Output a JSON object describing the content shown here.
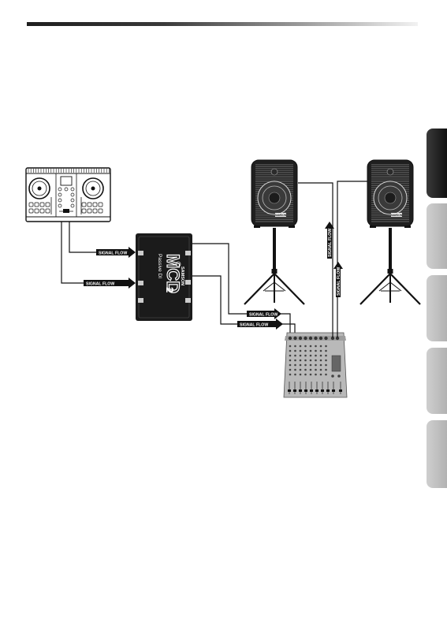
{
  "labels": {
    "signal_flow": "SIGNAL FLOW"
  },
  "device": {
    "model_big": "MCD",
    "model_num": "2",
    "model_sub": "Passive DI",
    "brand": "SAMSON"
  },
  "speaker": {
    "badge": "SAMSON"
  },
  "side_tabs": {
    "count": 5,
    "active_index": 0
  },
  "colors": {
    "ink": "#111111",
    "tab_inactive": "#bdbdbd",
    "tab_active": "#1a1a1a"
  }
}
